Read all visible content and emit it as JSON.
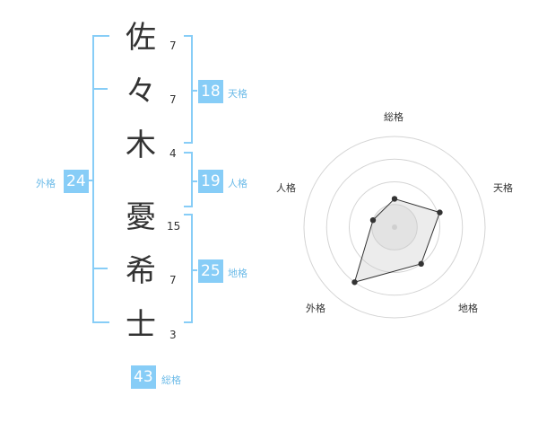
{
  "name": {
    "chars": [
      {
        "char": "佐",
        "strokes": "7"
      },
      {
        "char": "々",
        "strokes": "7"
      },
      {
        "char": "木",
        "strokes": "4"
      },
      {
        "char": "憂",
        "strokes": "15"
      },
      {
        "char": "希",
        "strokes": "7"
      },
      {
        "char": "士",
        "strokes": "3"
      }
    ]
  },
  "kaku": {
    "tenkaku": {
      "value": "18",
      "label": "天格"
    },
    "jinkaku": {
      "value": "19",
      "label": "人格"
    },
    "chikaku": {
      "value": "25",
      "label": "地格"
    },
    "gaikaku": {
      "value": "24",
      "label": "外格"
    },
    "soukaku": {
      "value": "43",
      "label": "総格"
    }
  },
  "colors": {
    "accent": "#87cdf7",
    "bracket": "#87cdf7",
    "text": "#333333"
  },
  "chart_data": {
    "type": "radar",
    "axes": [
      "総格",
      "天格",
      "地格",
      "外格",
      "人格"
    ],
    "rings": 4,
    "max": 4,
    "values": [
      1.25,
      2.1,
      2.0,
      3.0,
      1.0
    ]
  }
}
